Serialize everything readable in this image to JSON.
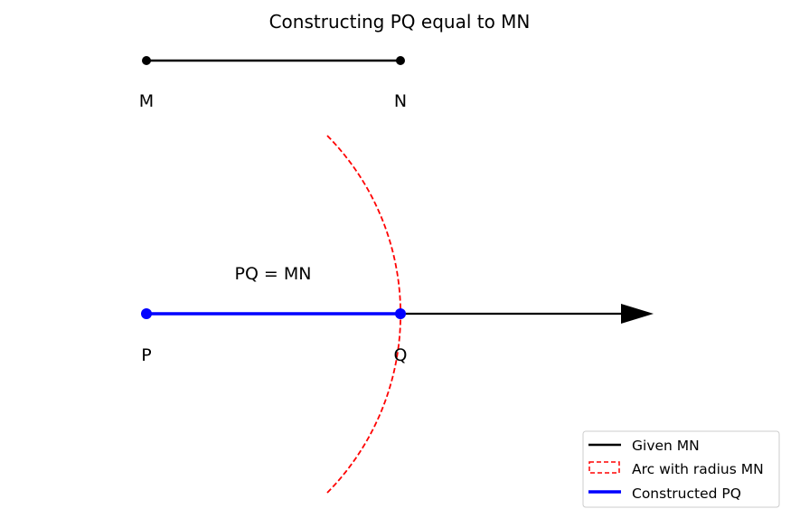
{
  "title": "Constructing PQ equal to MN",
  "points": {
    "M": "M",
    "N": "N",
    "P": "P",
    "Q": "Q"
  },
  "annotation": "PQ = MN",
  "legend": {
    "given": "Given MN",
    "arc": "Arc with radius MN",
    "constructed": "Constructed PQ"
  },
  "colors": {
    "given": "#000000",
    "arc": "#ff0000",
    "constructed": "#0000ff"
  }
}
